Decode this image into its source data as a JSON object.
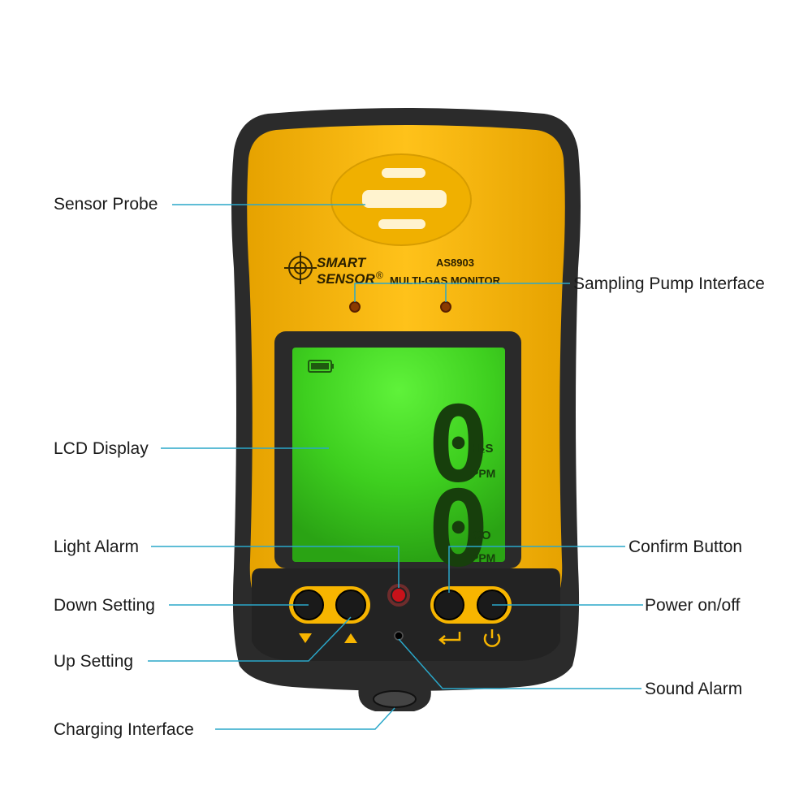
{
  "device": {
    "brand_line1": "SMART",
    "brand_line2": "SENSOR",
    "brand_mark": "®",
    "model": "AS8903",
    "product_name": "MULTI-GAS MONITOR",
    "lcd": {
      "reading_top": "0",
      "gas_top": "H₂S",
      "unit_top": "PPM",
      "reading_bottom": "0",
      "gas_bottom": "CO",
      "unit_bottom": "PPM",
      "battery_level": 1.0
    },
    "icons": {
      "down": "triangle-down-icon",
      "up": "triangle-up-icon",
      "confirm": "enter-icon",
      "power": "power-icon",
      "logo": "crosshair-logo-icon"
    },
    "colors": {
      "case_outer": "#2b2b2b",
      "case_yellow": "#f7b500",
      "lcd_green": "#3ecf1f",
      "lcd_dark": "#1f5a10",
      "leader": "#2aa7c9"
    }
  },
  "callouts": {
    "sensor_probe": "Sensor Probe",
    "sampling_pump": "Sampling Pump Interface",
    "lcd_display": "LCD Display",
    "light_alarm": "Light Alarm",
    "confirm_button": "Confirm Button",
    "down_setting": "Down Setting",
    "power": "Power on/off",
    "up_setting": "Up Setting",
    "sound_alarm": "Sound Alarm",
    "charging": "Charging Interface"
  }
}
